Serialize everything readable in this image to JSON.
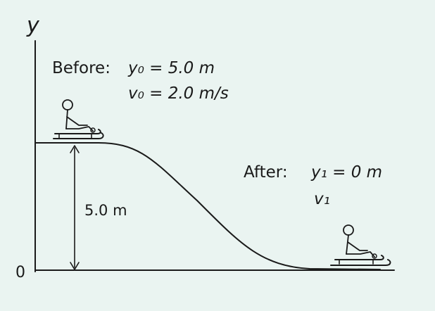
{
  "axes": {
    "y_axis_label": "y",
    "origin_label": "0"
  },
  "before": {
    "title": "Before:",
    "y0_text": "y₀ = 5.0 m",
    "v0_text": "v₀ = 2.0 m/s"
  },
  "after": {
    "title": "After:",
    "y1_text": "y₁ = 0 m",
    "v1_text": "v₁"
  },
  "height_label": "5.0 m",
  "colors": {
    "background": "#eaf4f1",
    "ink": "#1a1a1a"
  }
}
